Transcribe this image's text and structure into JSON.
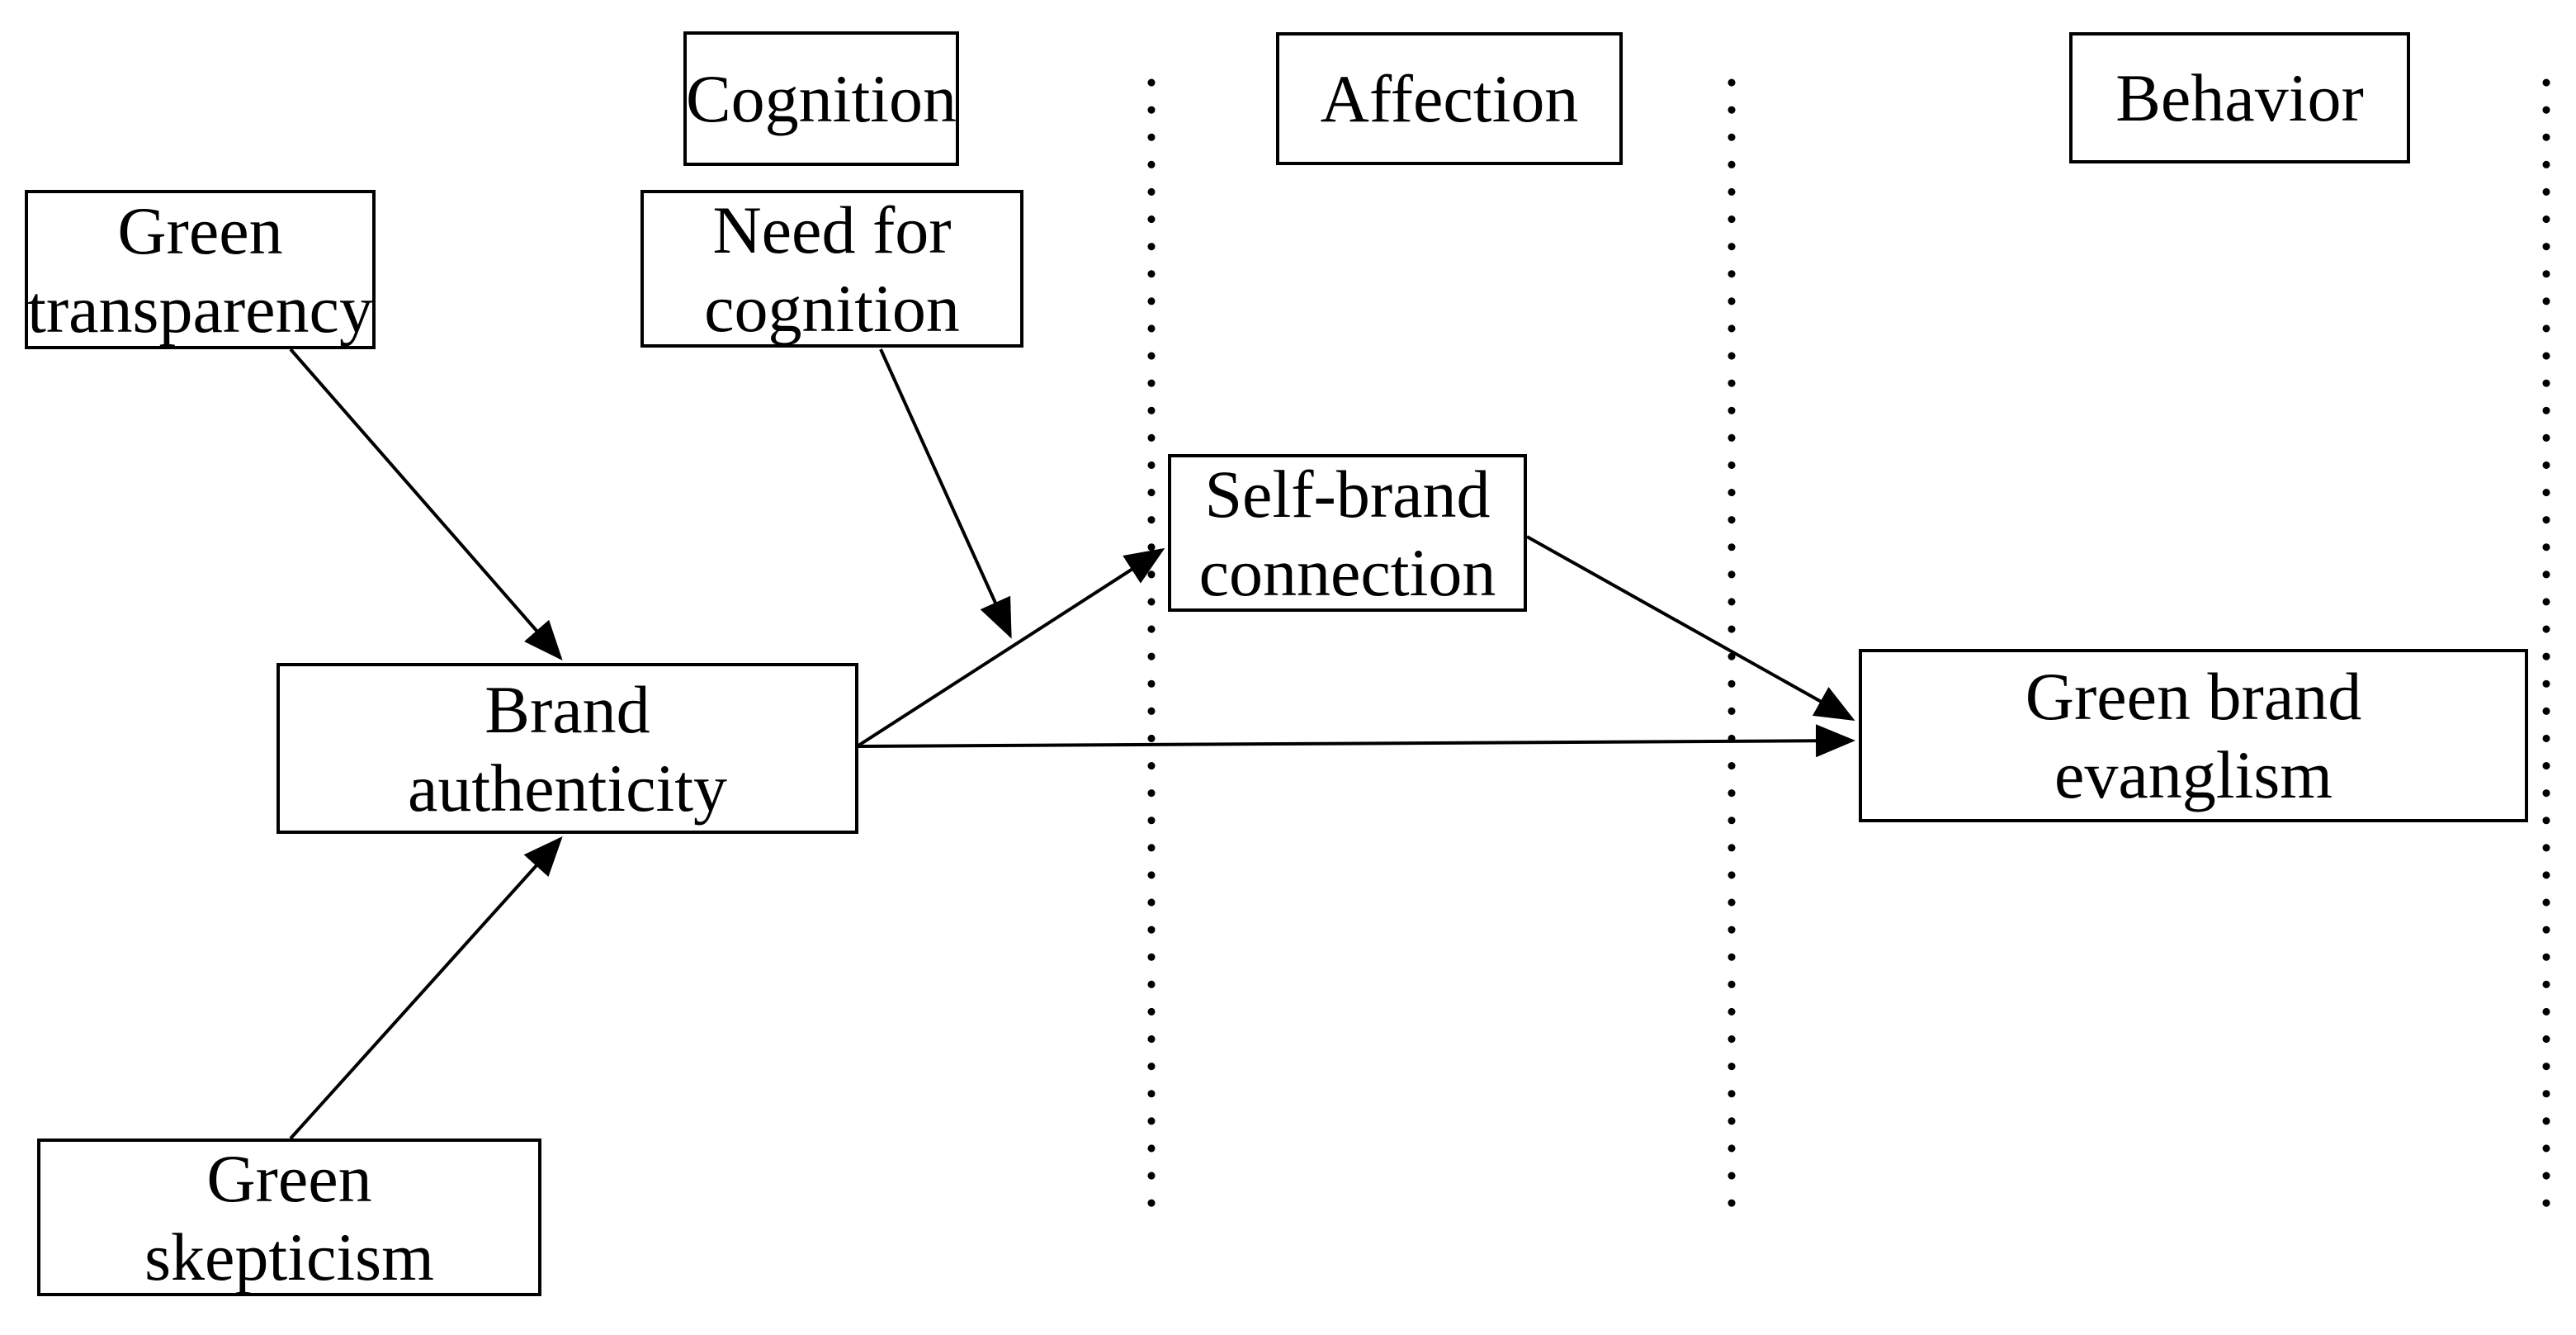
{
  "page": {
    "background": "#ffffff",
    "ink": "#000000"
  },
  "diagram": {
    "kind": "conceptual-model",
    "stage_headers": [
      {
        "id": "cognition",
        "label": "Cognition"
      },
      {
        "id": "affection",
        "label": "Affection"
      },
      {
        "id": "behavior",
        "label": "Behavior"
      }
    ],
    "nodes": [
      {
        "id": "green-transparency",
        "label": "Green\ntransparency"
      },
      {
        "id": "need-for-cognition",
        "label": "Need for\ncognition"
      },
      {
        "id": "self-brand-connection",
        "label": "Self-brand\nconnection"
      },
      {
        "id": "brand-authenticity",
        "label": "Brand\nauthenticity"
      },
      {
        "id": "green-brand-evanglism",
        "label": "Green brand\nevanglism"
      },
      {
        "id": "green-skepticism",
        "label": "Green\nskepticism"
      }
    ],
    "edges": [
      {
        "from": "green-transparency",
        "to": "brand-authenticity",
        "style": "arrow"
      },
      {
        "from": "green-skepticism",
        "to": "brand-authenticity",
        "style": "arrow"
      },
      {
        "from": "brand-authenticity",
        "to": "self-brand-connection",
        "style": "arrow"
      },
      {
        "from": "need-for-cognition",
        "to": "path:brand-authenticity->self-brand-connection",
        "style": "moderation-arrow"
      },
      {
        "from": "brand-authenticity",
        "to": "green-brand-evanglism",
        "style": "arrow"
      },
      {
        "from": "self-brand-connection",
        "to": "green-brand-evanglism",
        "style": "arrow"
      }
    ],
    "separators": {
      "style": "dotted-vertical",
      "count": 3
    }
  }
}
